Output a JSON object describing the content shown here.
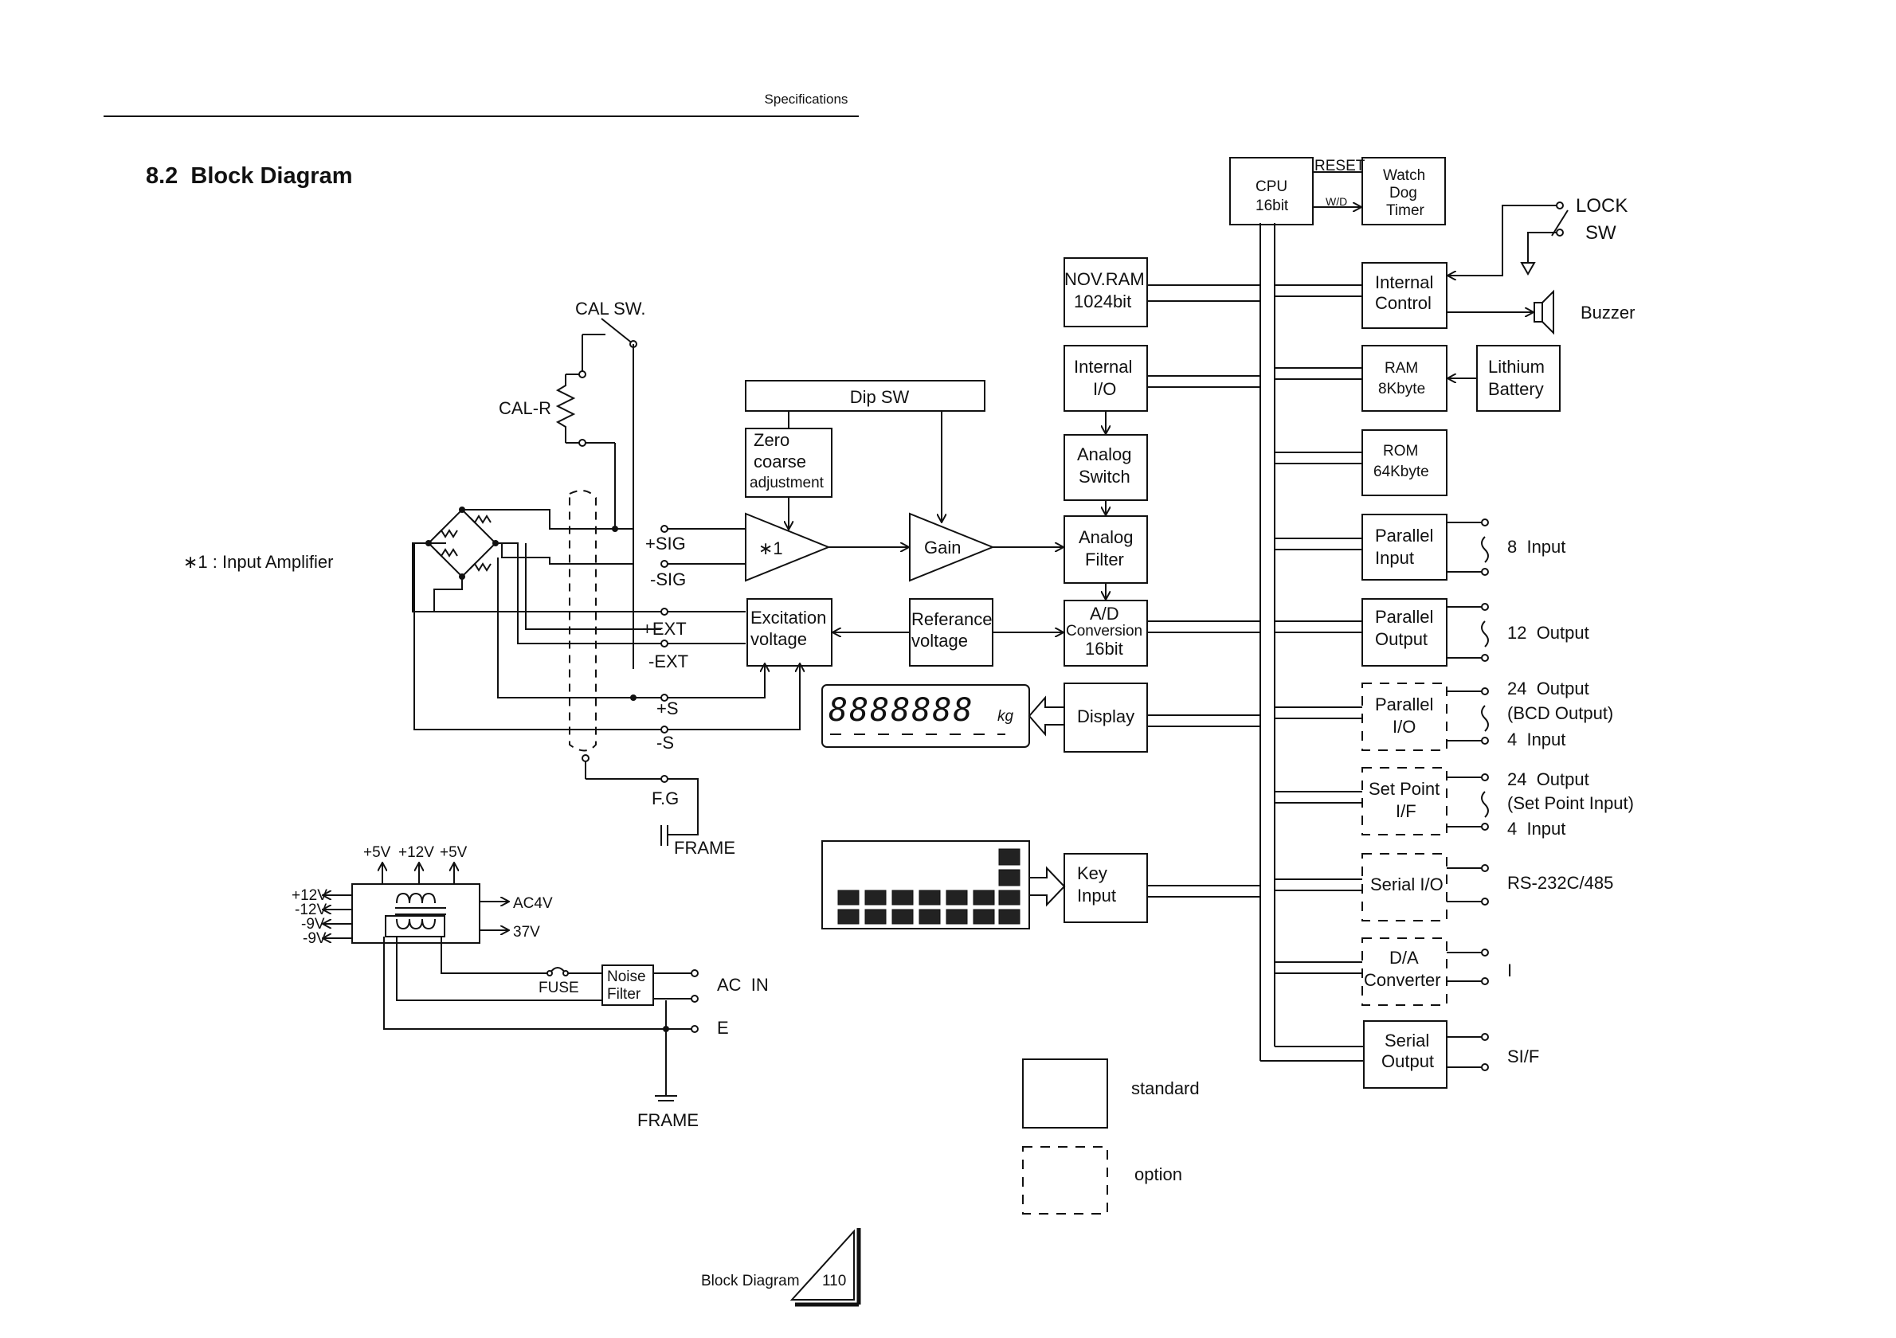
{
  "header": {
    "section": "Specifications",
    "heading": "8.2  Block Diagram"
  },
  "footer": {
    "label": "Block Diagram",
    "page": "110"
  },
  "note": "∗1 : Input Amplifier",
  "labels": {
    "cal_sw": "CAL SW.",
    "cal_r": "CAL-R",
    "plus_sig": "+SIG",
    "minus_sig": "-SIG",
    "plus_ext": "+EXT",
    "minus_ext": "-EXT",
    "plus_s": "+S",
    "minus_s": "-S",
    "fg": "F.G",
    "frame_top": "FRAME",
    "frame_bottom": "FRAME",
    "v5a": "+5V",
    "v12": "+12V",
    "v5b": "+5V",
    "out_p12": "+12V",
    "out_m12": "-12V",
    "out_m9a": "-9V",
    "out_m9b": "-9V",
    "ac4v": "AC4V",
    "v37": "37V",
    "fuse": "FUSE",
    "ac_in": "AC  IN",
    "e": "E",
    "lock": "LOCK",
    "sw": "SW",
    "buzzer": "Buzzer",
    "reset": "RESET",
    "wd": "W/D",
    "in8": "8  Input",
    "out12": "12  Output",
    "out24a": "24  Output",
    "bcd": "(BCD Output)",
    "in4a": "4  Input",
    "out24b": "24  Output",
    "setpoint_input": "(Set Point Input)",
    "in4b": "4  Input",
    "rs232": "RS-232C/485",
    "i": "I",
    "sif": "SI/F",
    "amp1": "∗1",
    "legend_standard": "standard",
    "legend_option": "option"
  },
  "blocks": {
    "dip_sw": [
      "Dip SW"
    ],
    "zero": [
      "Zero",
      "coarse",
      "adjustment"
    ],
    "gain": [
      "Gain"
    ],
    "excitation": [
      "Excitation",
      "voltage"
    ],
    "reference": [
      "Referance",
      "voltage"
    ],
    "cpu": [
      "CPU",
      "16bit"
    ],
    "watchdog": [
      "Watch",
      "Dog",
      "Timer"
    ],
    "nov_ram": [
      "NOV.RAM",
      "1024bit"
    ],
    "internal_io": [
      "Internal",
      "I/O"
    ],
    "analog_switch": [
      "Analog",
      "Switch"
    ],
    "analog_filter": [
      "Analog",
      "Filter"
    ],
    "ad": [
      "A/D",
      "Conversion",
      "16bit"
    ],
    "display": [
      "Display"
    ],
    "key_input": [
      "Key",
      "Input"
    ],
    "internal_control": [
      "Internal",
      "Control"
    ],
    "ram": [
      "RAM",
      "8Kbyte"
    ],
    "lithium": [
      "Lithium",
      "Battery"
    ],
    "rom": [
      "ROM",
      "64Kbyte"
    ],
    "parallel_input": [
      "Parallel",
      "Input"
    ],
    "parallel_output": [
      "Parallel",
      "Output"
    ],
    "parallel_io": [
      "Parallel",
      "I/O"
    ],
    "setpoint_if": [
      "Set Point",
      "I/F"
    ],
    "serial_io": [
      "Serial I/O"
    ],
    "da": [
      "D/A",
      "Converter"
    ],
    "serial_output": [
      "Serial",
      "Output"
    ],
    "noise_filter": [
      "Noise",
      "Filter"
    ]
  },
  "display_panel": {
    "digits": "8888888",
    "units": "kg"
  }
}
